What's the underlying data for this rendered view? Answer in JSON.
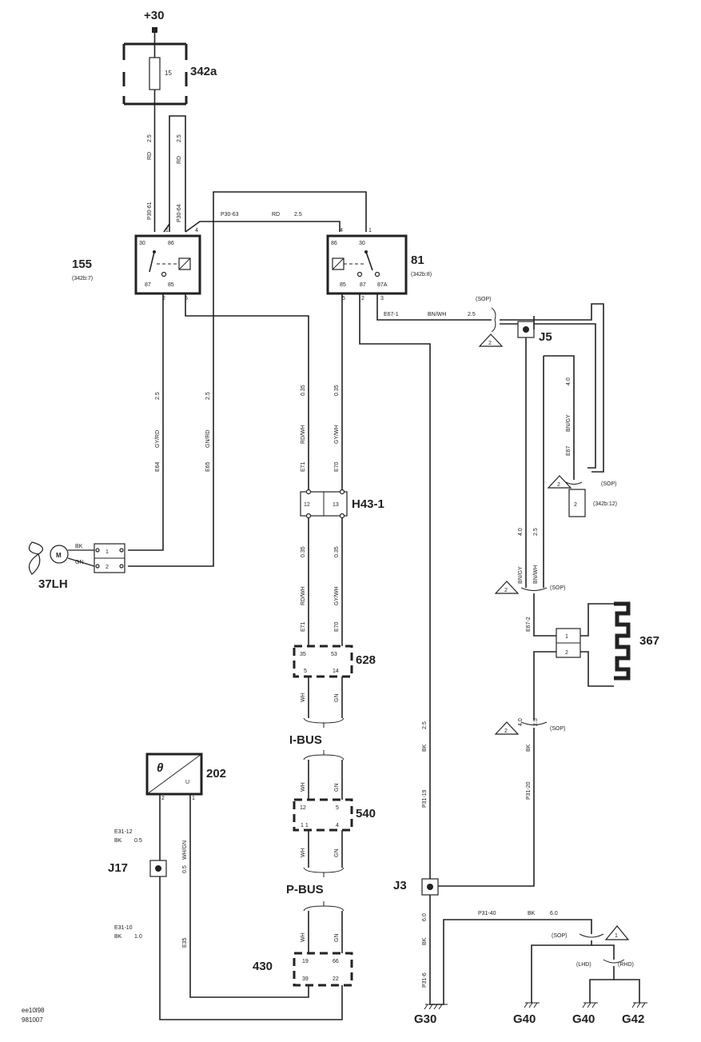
{
  "supply": "+30",
  "fuse_box": {
    "id": "342a",
    "fuse": "15"
  },
  "relay_155": {
    "id": "155",
    "ref": "(342b:7)",
    "pins": {
      "p30": "30",
      "p86": "86",
      "p87": "87",
      "p85": "85",
      "p1": "1",
      "p4": "4",
      "p2": "2",
      "p5": "5"
    }
  },
  "relay_81": {
    "id": "81",
    "ref": "(342b:8)",
    "pins": {
      "p86": "86",
      "p30": "30",
      "p85": "85",
      "p87": "87",
      "p87a": "87A",
      "p4": "4",
      "p1": "1",
      "p5": "5",
      "p2": "2",
      "p3": "3"
    }
  },
  "wires": {
    "w1": {
      "code": "P30-61",
      "color": "RD",
      "size": "2.5"
    },
    "w2": {
      "code": "P30-64",
      "color": "RD",
      "size": "2.5"
    },
    "w3": {
      "code": "P30-63",
      "color": "RD",
      "size": "2.5"
    },
    "w4": {
      "code": "E64",
      "color": "GY/RD",
      "size": "2.5"
    },
    "w5": {
      "code": "E65",
      "color": "GN/RD",
      "size": "2.5"
    },
    "w6": {
      "code": "E71",
      "color": "RD/WH",
      "size": "0.35"
    },
    "w7": {
      "code": "E70",
      "color": "GY/WH",
      "size": "0.35"
    },
    "w8": {
      "code": "E71",
      "color": "RD/WH",
      "size": "0.35"
    },
    "w9": {
      "code": "E70",
      "color": "GY/WH",
      "size": "0.35"
    },
    "w10": {
      "code": "E67-1",
      "color": "BN/WH",
      "size": "2.5"
    },
    "w11": {
      "code": "E67",
      "color": "BN/GY",
      "size": "4.0"
    },
    "w12": {
      "code": "E67-2",
      "color": "BN/GY",
      "size": "4.0",
      "color2": "BN/WH",
      "size2": "2.5"
    },
    "w13": {
      "code": "P31-19",
      "color": "BK",
      "size": "2.5"
    },
    "w14": {
      "code": "P31-20",
      "color": "BK",
      "size": "2.5",
      "size2": "4.0"
    },
    "w15": {
      "code": "P31-40",
      "color": "BK",
      "size": "6.0"
    },
    "w16": {
      "code": "P31-6",
      "color": "BK",
      "size": "6.0"
    },
    "w17": {
      "code": "E31-12",
      "color": "BK",
      "size": "0.5"
    },
    "w18": {
      "code": "E31-10",
      "color": "BK",
      "size": "1.0"
    },
    "w19": {
      "code": "E35",
      "color": "WH/GN",
      "size": "0.5"
    }
  },
  "motor": {
    "id": "37LH",
    "letter": "M",
    "bk": "BK",
    "gn": "GN",
    "pin1": "1",
    "pin2": "2"
  },
  "connector_h43": {
    "id": "H43-1",
    "a": "12",
    "b": "13"
  },
  "module_628": {
    "id": "628",
    "a1": "35",
    "a2": "53",
    "b1": "5",
    "b2": "14",
    "c1": "WH",
    "c2": "GN"
  },
  "ibus": "I-BUS",
  "pbus": "P-BUS",
  "module_540": {
    "id": "540",
    "a1": "12",
    "a2": "5",
    "b1": "1 1",
    "b2": "4",
    "c1": "WH",
    "c2": "GN",
    "d1": "WH",
    "d2": "GN"
  },
  "module_430": {
    "id": "430",
    "a1": "19",
    "a2": "66",
    "b1": "39",
    "b2": "22",
    "c1": "WH",
    "c2": "GN"
  },
  "sensor_202": {
    "id": "202",
    "sym": "θ",
    "u": "U",
    "pin2": "2",
    "pin1": "1"
  },
  "splices": {
    "j17": "J17",
    "j3": "J3",
    "j5": "J5"
  },
  "heater_367": {
    "id": "367",
    "pin1": "1",
    "pin2": "2"
  },
  "conn_342b12": {
    "pin": "2",
    "ref": "(342b:12)"
  },
  "sop": "(SOP)",
  "grounds": {
    "g30": "G30",
    "g40a": "G40",
    "g40b": "G40",
    "g42": "G42",
    "lhd": "(LHD)",
    "rhd": "(RHD)"
  },
  "notes": {
    "n1": "1",
    "n2": "2"
  },
  "footer": {
    "code": "ee10l98",
    "date": "981007"
  }
}
